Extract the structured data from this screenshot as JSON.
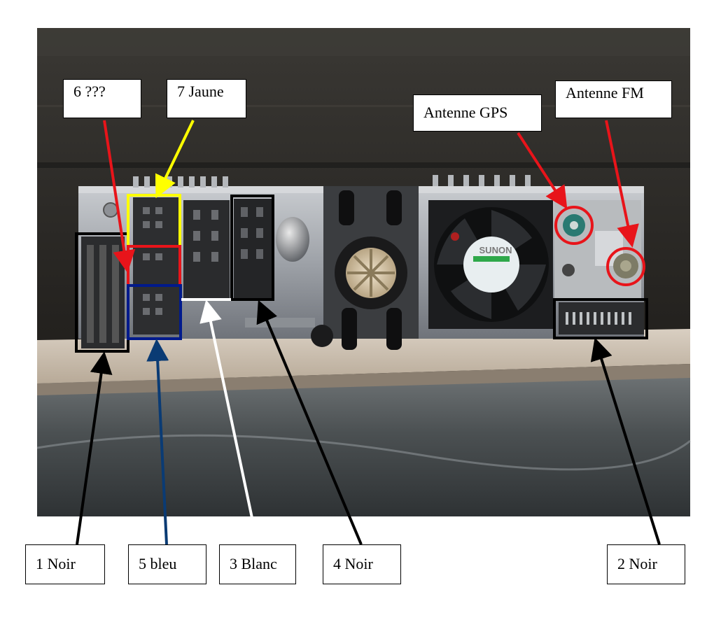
{
  "labels": {
    "l6": "6 ???",
    "l7": "7 Jaune",
    "gps": "Antenne GPS",
    "fm": "Antenne FM",
    "l1": "1 Noir",
    "l5": "5 bleu",
    "l3": "3 Blanc",
    "l4": "4 Noir",
    "l2": "2 Noir"
  },
  "fan_brand": "SUNON",
  "colors": {
    "yellow": "#ffff00",
    "red": "#e8141a",
    "blue": "#001a8c",
    "navy_arrow": "#0a3b74",
    "black": "#000000",
    "white": "#ffffff"
  }
}
